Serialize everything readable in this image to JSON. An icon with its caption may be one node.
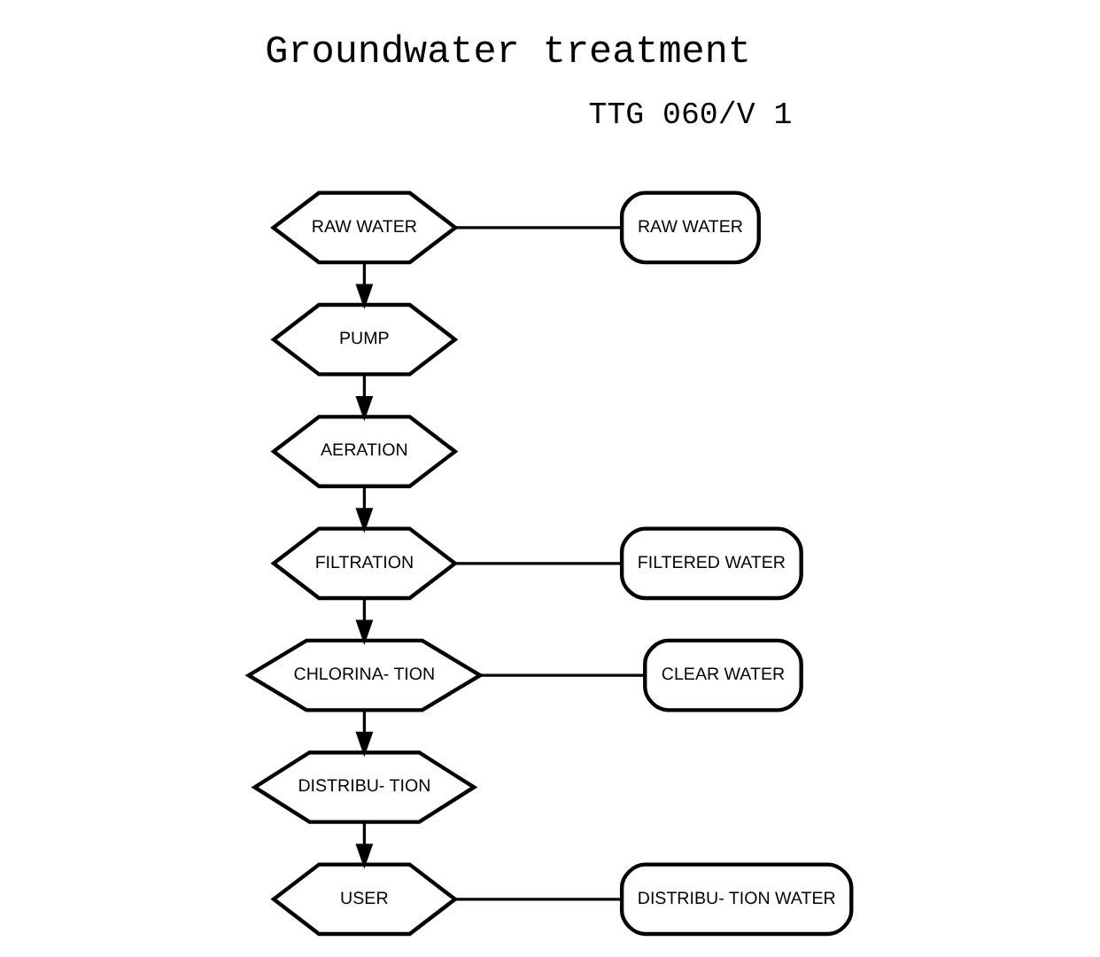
{
  "diagram": {
    "title": "Groundwater treatment",
    "nodes": [
      {
        "text": [
          "RAW WATER"
        ]
      },
      {
        "text": [
          "RAW WATER"
        ]
      },
      {
        "text": [
          "PUMP"
        ]
      },
      {
        "text": [
          "AERATION"
        ]
      },
      {
        "text": [
          "FILTRATION"
        ]
      },
      {
        "text": [
          "FILTERED WATER"
        ]
      },
      {
        "text": [
          "CHLORINA- TION"
        ]
      },
      {
        "text": [
          "CLEAR WATER"
        ]
      },
      {
        "text": [
          "DISTRIBU- TION"
        ]
      },
      {
        "text": [
          "USER"
        ]
      },
      {
        "text": [
          "DISTRIBU- TION WATER"
        ]
      }
    ],
    "edges": [
      {
        "from": 0,
        "to": 1,
        "arrow": "none"
      },
      {
        "from": 0,
        "to": 2,
        "arrow": "to"
      },
      {
        "from": 2,
        "to": 3,
        "arrow": "to"
      },
      {
        "from": 3,
        "to": 4,
        "arrow": "to"
      },
      {
        "from": 4,
        "to": 5,
        "arrow": "none"
      },
      {
        "from": 4,
        "to": 6,
        "arrow": "to"
      },
      {
        "from": 6,
        "to": 7,
        "arrow": "none"
      },
      {
        "from": 6,
        "to": 8,
        "arrow": "to"
      },
      {
        "from": 8,
        "to": 9,
        "arrow": "to"
      },
      {
        "from": 9,
        "to": 10,
        "arrow": "none"
      }
    ],
    "labels": [
      "TTG 060/V 1"
    ]
  }
}
